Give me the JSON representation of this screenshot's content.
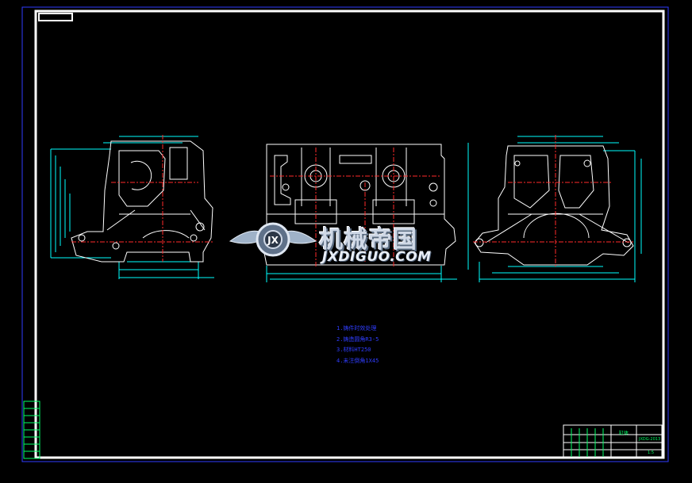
{
  "watermark": {
    "brand_cn": "机械帝国",
    "brand_en": "JXDIGUO.COM",
    "emblem_letters": "JX"
  },
  "technical_notes": {
    "lines": [
      "1.铸件时效处理",
      "2.铸造圆角R3-5",
      "3.材料HT250",
      "4.未注倒角1X45"
    ]
  },
  "title_block": {
    "name": "缸体",
    "drawing_no": "JXDG-2013",
    "scale": "1:5"
  },
  "colors": {
    "background": "#000000",
    "border": "#ffffff",
    "dimension": "#00ffff",
    "outline": "#ffffff",
    "centerline": "#ff2a2a",
    "notes": "#2f3dff",
    "title_block": "#00ff66"
  }
}
